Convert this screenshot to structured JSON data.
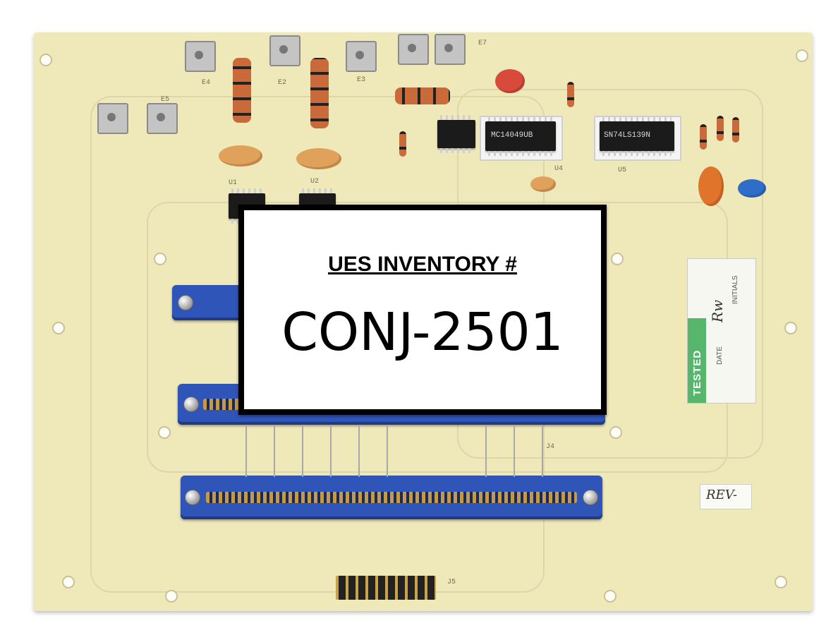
{
  "label": {
    "heading": "UES INVENTORY #",
    "inventory_number": "CONJ-2501"
  },
  "tested_sticker": {
    "word": "TESTED",
    "initials_field": "INITIALS",
    "date_field": "DATE",
    "handwritten_initials": "Rw"
  },
  "revision_label": {
    "text": "REV-"
  },
  "silkscreen": {
    "designators": [
      "E4",
      "E2",
      "E3",
      "E7",
      "E5",
      "U1",
      "U2",
      "U4",
      "U5",
      "J4",
      "J5"
    ]
  },
  "chip_markings": {
    "u4": "MC14049UB",
    "u5": "SN74LS139N"
  },
  "colors": {
    "board": "#efe8b9",
    "connector": "#2f55b8",
    "label_border": "#000000",
    "tested_band": "#56b66b"
  }
}
